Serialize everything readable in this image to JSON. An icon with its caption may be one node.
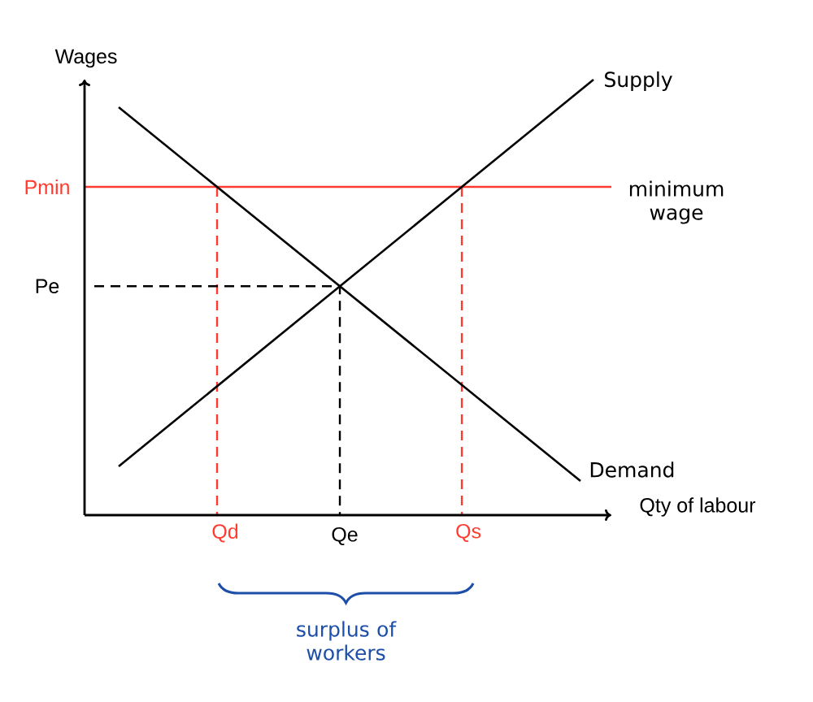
{
  "diagram": {
    "labels": [
      "Wages",
      "Supply",
      "Pmin",
      "minimum wage",
      "Pe",
      "Demand",
      "Qty of labour",
      "Qd",
      "Qe",
      "Qs",
      "surplus of workers"
    ]
  }
}
